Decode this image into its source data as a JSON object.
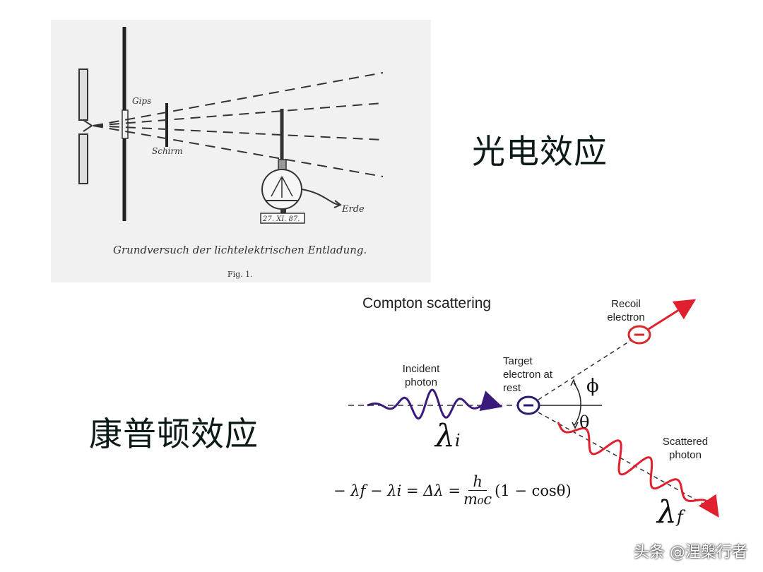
{
  "photo_figure": {
    "label_gips": "Gips",
    "label_schirm": "Schirm",
    "label_erde": "Erde",
    "label_meter": "27. XI. 87.",
    "caption": "Grundversuch der lichtelektrischen Entladung.",
    "fig_label": "Fig. 1."
  },
  "titles": {
    "photoelectric": "光电效应",
    "compton": "康普顿效应"
  },
  "compton": {
    "heading": "Compton scattering",
    "recoil_electron": "Recoil electron",
    "incident_photon": "Incident photon",
    "target_electron": "Target electron at rest",
    "scattered_photon": "Scattered photon",
    "phi": "ϕ",
    "theta": "θ",
    "lambda_i": "λ",
    "lambda_i_sub": "i",
    "lambda_f": "λ",
    "lambda_f_sub": "f",
    "electron_symbol": "⊖",
    "formula_left": "− λf − λi = Δλ =",
    "formula_num": "h",
    "formula_den": "m₀c",
    "formula_right": "(1 − cosθ)",
    "colors": {
      "incident_wave": "#3a1a7a",
      "scattered_wave": "#e0202e",
      "electron": "#d42a2a",
      "target": "#2a1a6e"
    }
  },
  "watermark": "头条 @涅槃行者"
}
